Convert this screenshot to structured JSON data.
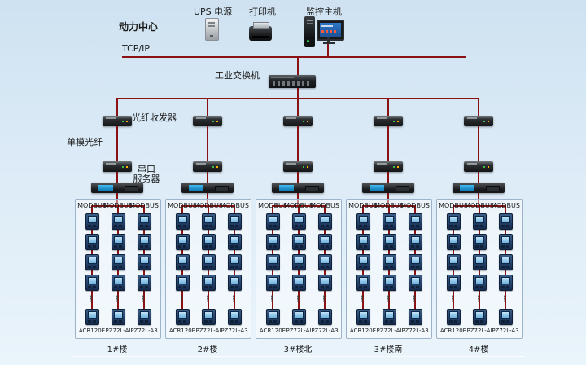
{
  "ui": {
    "power_center": "动力中心",
    "tcpip_label": "TCP/IP",
    "ups_label": "UPS 电源",
    "printer_label": "打印机",
    "host_label": "监控主机",
    "switch_label": "工业交换机",
    "fiber_transceiver_label": "光纤收发器",
    "single_mode_fiber_label": "单模光纤",
    "serial_server_label_line1": "串口",
    "serial_server_label_line2": "服务器",
    "ellipsis": "⋮"
  },
  "colors": {
    "wire": "#8b1212",
    "background_top": "#cfe2f1",
    "background_bottom": "#eaf4fb",
    "meter_screen": "#8fc3e8"
  },
  "meter_layout": {
    "meters_before_ellipsis": 4,
    "meters_after_ellipsis": 1
  },
  "groups": [
    {
      "building": "1#楼",
      "columns": [
        {
          "bus": "MODBUS",
          "model": "ACR120E"
        },
        {
          "bus": "MODBUS",
          "model": "PZ72L-AI"
        },
        {
          "bus": "MODBUS",
          "model": "PZ72L-A3"
        }
      ]
    },
    {
      "building": "2#楼",
      "columns": [
        {
          "bus": "MODBUS",
          "model": "ACR120E"
        },
        {
          "bus": "MODBUS",
          "model": "PZ72L-AI"
        },
        {
          "bus": "MODBUS",
          "model": "PZ72L-A3"
        }
      ]
    },
    {
      "building": "3#楼北",
      "columns": [
        {
          "bus": "MODBUS",
          "model": "ACR120E"
        },
        {
          "bus": "MODBUS",
          "model": "PZ72L-AI"
        },
        {
          "bus": "MODBUS",
          "model": "PZ72L-A3"
        }
      ]
    },
    {
      "building": "3#楼南",
      "columns": [
        {
          "bus": "MODBUS",
          "model": "ACR120E"
        },
        {
          "bus": "MODBUS",
          "model": "PZ72L-AI"
        },
        {
          "bus": "MODBUS",
          "model": "PZ72L-A3"
        }
      ]
    },
    {
      "building": "4#楼",
      "columns": [
        {
          "bus": "MODBUS",
          "model": "ACR120E"
        },
        {
          "bus": "MODBUS",
          "model": "PZ72L-AI"
        },
        {
          "bus": "MODBUS",
          "model": "PZ72L-A3"
        }
      ]
    }
  ]
}
